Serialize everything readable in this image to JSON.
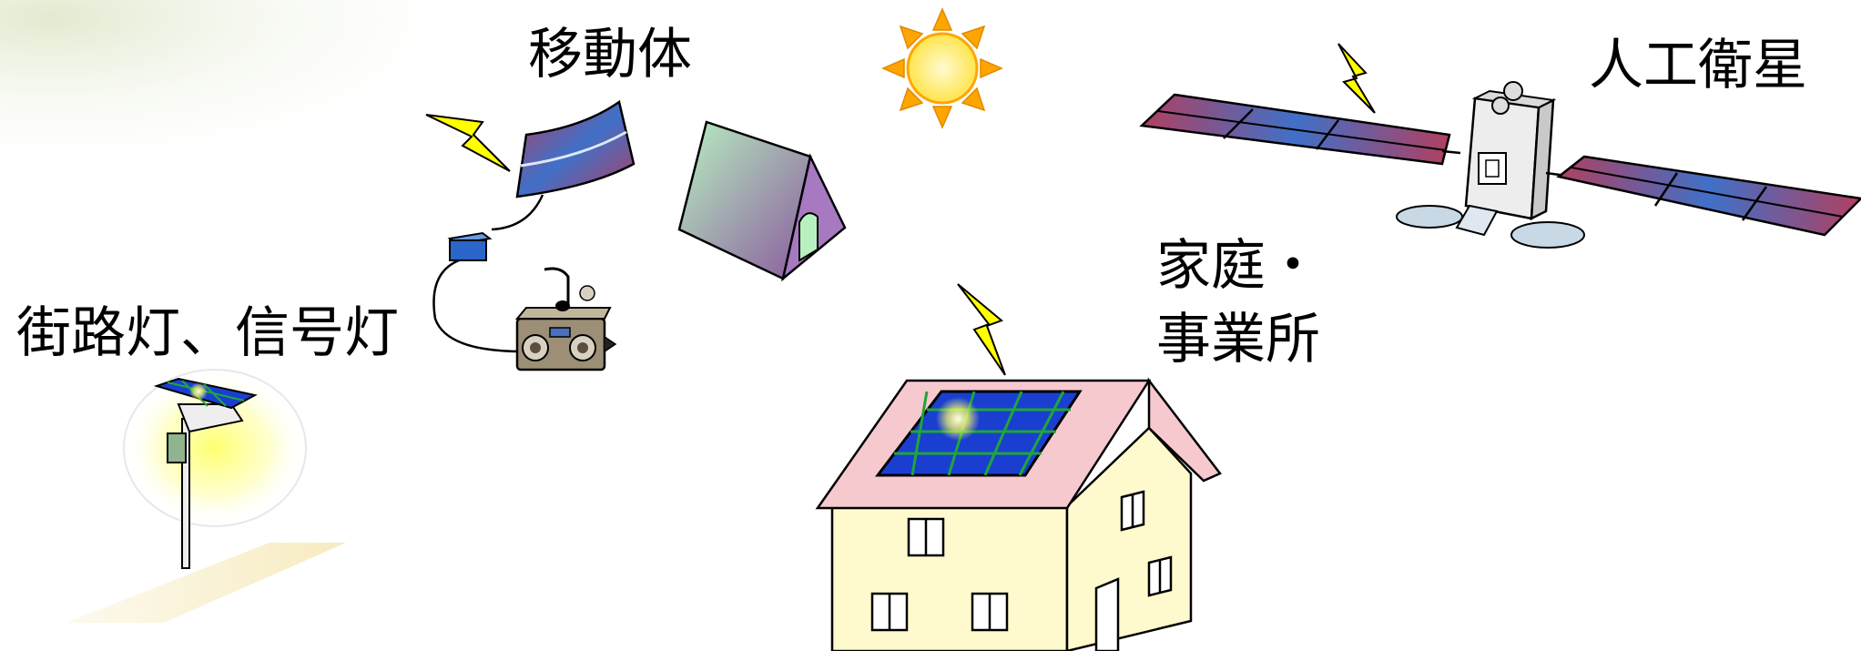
{
  "labels": {
    "mobile": "移動体",
    "satellite": "人工衛星",
    "home_line1": "家庭・",
    "home_line2": "事業所",
    "street": "街路灯、信号灯"
  },
  "colors": {
    "sun_rays": "#FFA500",
    "sun_core": "#FFF27A",
    "lightning": "#FFFF00",
    "solar_panel_blue": "#1A3FD0",
    "solar_grid": "#1FA63A",
    "panel_gradient_red": "#B04060",
    "panel_gradient_blue": "#4070C8",
    "house_wall": "#FFFACD",
    "house_roof": "#F6C9CF",
    "tent_green": "#B8F0C0",
    "tent_purple": "#8A5A9E",
    "street_glow": "#FFFF66"
  },
  "icons": [
    "sun-icon",
    "lightning-icon",
    "portable-solar-panel-icon",
    "tent-icon",
    "radio-icon",
    "satellite-icon",
    "house-icon",
    "street-light-icon"
  ]
}
